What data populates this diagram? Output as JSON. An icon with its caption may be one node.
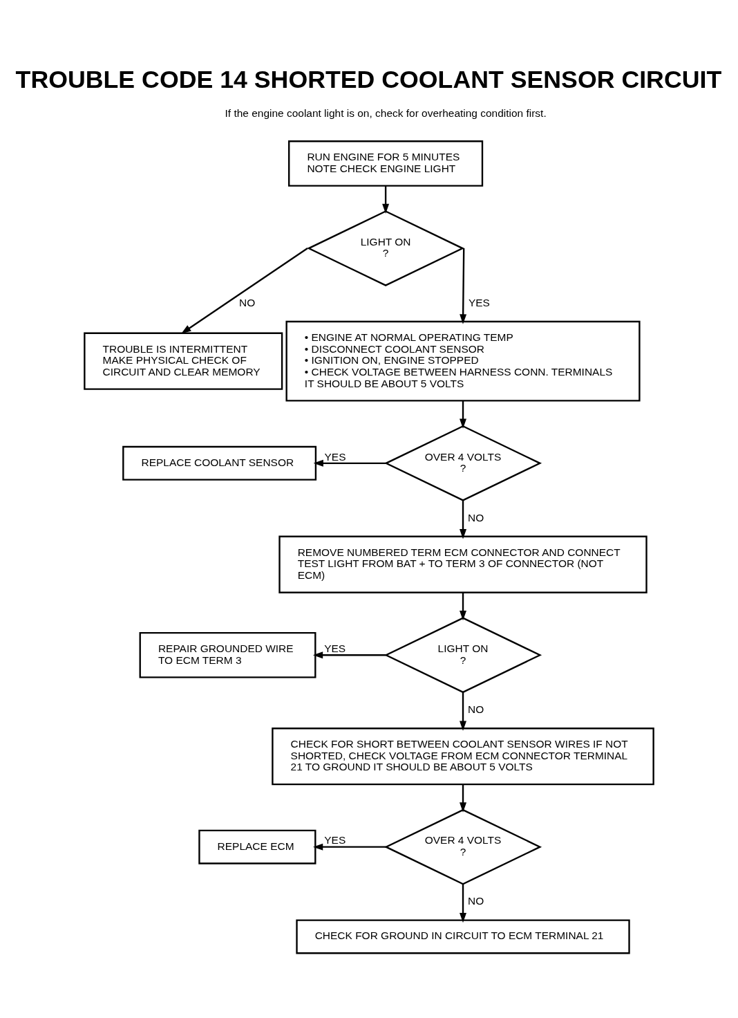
{
  "diagram": {
    "title": "TROUBLE CODE 14 SHORTED COOLANT SENSOR CIRCUIT",
    "nodes": [
      {
        "text": [
          "RUN ENGINE FOR 5 MINUTES NOTE CHECK ENGINE LIGHT"
        ]
      },
      {
        "text": [
          "LIGHT ON ?"
        ]
      },
      {
        "text": [
          "TROUBLE IS INTERMITTENT MAKE PHYSICAL CHECK OF CIRCUIT AND CLEAR MEMORY"
        ]
      },
      {
        "text": [
          "• ENGINE AT NORMAL OPERATING TEMP",
          "• DISCONNECT COOLANT SENSOR",
          "• IGNITION ON, ENGINE STOPPED",
          "• CHECK VOLTAGE BETWEEN HARNESS CONN. TERMINALS IT SHOULD BE ABOUT 5 VOLTS"
        ]
      },
      {
        "text": [
          "REPLACE COOLANT SENSOR"
        ]
      },
      {
        "text": [
          "OVER 4 VOLTS ?"
        ]
      },
      {
        "text": [
          "REMOVE NUMBERED TERM ECM CONNECTOR AND CONNECT TEST LIGHT FROM BAT + TO TERM 3 OF CONNECTOR (NOT ECM)"
        ]
      },
      {
        "text": [
          "REPAIR GROUNDED WIRE TO ECM TERM 3"
        ]
      },
      {
        "text": [
          "LIGHT ON ?"
        ]
      },
      {
        "text": [
          "CHECK FOR SHORT BETWEEN COOLANT SENSOR WIRES IF NOT SHORTED, CHECK VOLTAGE FROM ECM CONNECTOR TERMINAL 21 TO GROUND IT SHOULD BE ABOUT 5 VOLTS"
        ]
      },
      {
        "text": [
          "REPLACE ECM"
        ]
      },
      {
        "text": [
          "OVER 4 VOLTS ?"
        ]
      },
      {
        "text": [
          "CHECK FOR GROUND IN CIRCUIT TO ECM TERMINAL 21"
        ]
      }
    ],
    "edges": [
      {
        "from": 0,
        "to": 1,
        "arrow": "to"
      },
      {
        "from": 1,
        "to": 2,
        "arrow": "to",
        "label": "NO"
      },
      {
        "from": 1,
        "to": 3,
        "arrow": "to",
        "label": "YES"
      },
      {
        "from": 3,
        "to": 5,
        "arrow": "to"
      },
      {
        "from": 5,
        "to": 4,
        "arrow": "to",
        "label": "YES"
      },
      {
        "from": 5,
        "to": 6,
        "arrow": "to",
        "label": "NO"
      },
      {
        "from": 6,
        "to": 8,
        "arrow": "to"
      },
      {
        "from": 8,
        "to": 7,
        "arrow": "to",
        "label": "YES"
      },
      {
        "from": 8,
        "to": 9,
        "arrow": "to",
        "label": "NO"
      },
      {
        "from": 9,
        "to": 11,
        "arrow": "to"
      },
      {
        "from": 11,
        "to": 10,
        "arrow": "to",
        "label": "YES"
      },
      {
        "from": 11,
        "to": 12,
        "arrow": "to",
        "label": "NO"
      }
    ],
    "labels": [
      "If the engine coolant light is on, check for overheating condition first."
    ]
  }
}
